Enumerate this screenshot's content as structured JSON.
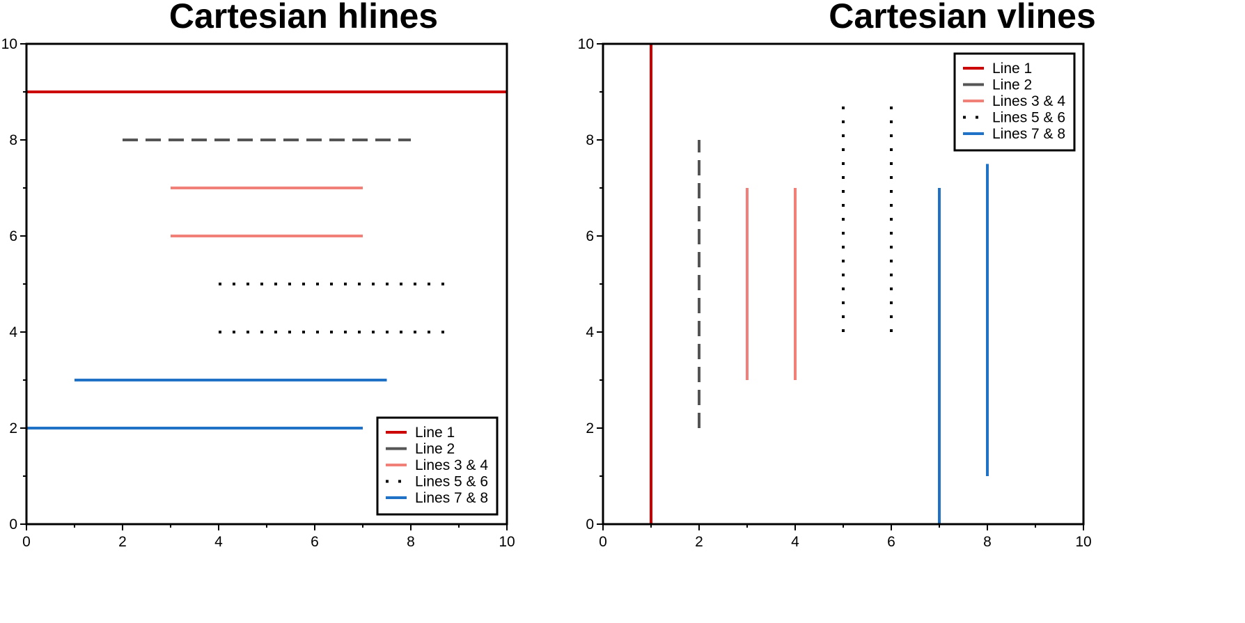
{
  "chart_data": [
    {
      "type": "line",
      "orientation": "horizontal",
      "title": "Cartesian hlines",
      "xlabel": "",
      "ylabel": "",
      "xlim": [
        0,
        10
      ],
      "ylim": [
        0,
        10
      ],
      "xticks": [
        "0",
        "2",
        "4",
        "6",
        "8",
        "10"
      ],
      "yticks": [
        "0",
        "2",
        "4",
        "6",
        "8",
        "10"
      ],
      "grid": false,
      "legend_position": "bottom-right",
      "series": [
        {
          "name": "Line 1",
          "color": "#cc0000",
          "style": "solid",
          "lines": [
            {
              "y": 9,
              "x0": 0,
              "x1": 10
            }
          ]
        },
        {
          "name": "Line 2",
          "color": "#555555",
          "style": "dashed",
          "lines": [
            {
              "y": 8,
              "x0": 2,
              "x1": 8
            }
          ]
        },
        {
          "name": "Lines 3 & 4",
          "color": "#f08078",
          "style": "solid",
          "lines": [
            {
              "y": 7,
              "x0": 3,
              "x1": 7
            },
            {
              "y": 6,
              "x0": 3,
              "x1": 7
            }
          ]
        },
        {
          "name": "Lines 5 & 6",
          "color": "#000000",
          "style": "dotted",
          "lines": [
            {
              "y": 5,
              "x0": 4,
              "x1": 8.9
            },
            {
              "y": 4,
              "x0": 4,
              "x1": 8.9
            }
          ]
        },
        {
          "name": "Lines 7 & 8",
          "color": "#1f72c6",
          "style": "solid",
          "lines": [
            {
              "y": 3,
              "x0": 1,
              "x1": 7.5
            },
            {
              "y": 2,
              "x0": 0,
              "x1": 7
            }
          ]
        }
      ]
    },
    {
      "type": "line",
      "orientation": "vertical",
      "title": "Cartesian vlines",
      "xlabel": "",
      "ylabel": "",
      "xlim": [
        0,
        10
      ],
      "ylim": [
        0,
        10
      ],
      "xticks": [
        "0",
        "2",
        "4",
        "6",
        "8",
        "10"
      ],
      "yticks": [
        "0",
        "2",
        "4",
        "6",
        "8",
        "10"
      ],
      "grid": false,
      "legend_position": "top-right",
      "series": [
        {
          "name": "Line 1",
          "color": "#cc0000",
          "style": "solid",
          "lines": [
            {
              "x": 1,
              "y0": 0,
              "y1": 10
            }
          ]
        },
        {
          "name": "Line 2",
          "color": "#555555",
          "style": "dashed",
          "lines": [
            {
              "x": 2,
              "y0": 2,
              "y1": 8
            }
          ]
        },
        {
          "name": "Lines 3 & 4",
          "color": "#f08078",
          "style": "solid",
          "lines": [
            {
              "x": 3,
              "y0": 3,
              "y1": 7
            },
            {
              "x": 4,
              "y0": 3,
              "y1": 7
            }
          ]
        },
        {
          "name": "Lines 5 & 6",
          "color": "#000000",
          "style": "dotted",
          "lines": [
            {
              "x": 5,
              "y0": 4,
              "y1": 8.9
            },
            {
              "x": 6,
              "y0": 4,
              "y1": 8.9
            }
          ]
        },
        {
          "name": "Lines 7 & 8",
          "color": "#1f72c6",
          "style": "solid",
          "lines": [
            {
              "x": 7,
              "y0": 0,
              "y1": 7
            },
            {
              "x": 8,
              "y0": 1,
              "y1": 7.5
            }
          ]
        }
      ]
    }
  ]
}
